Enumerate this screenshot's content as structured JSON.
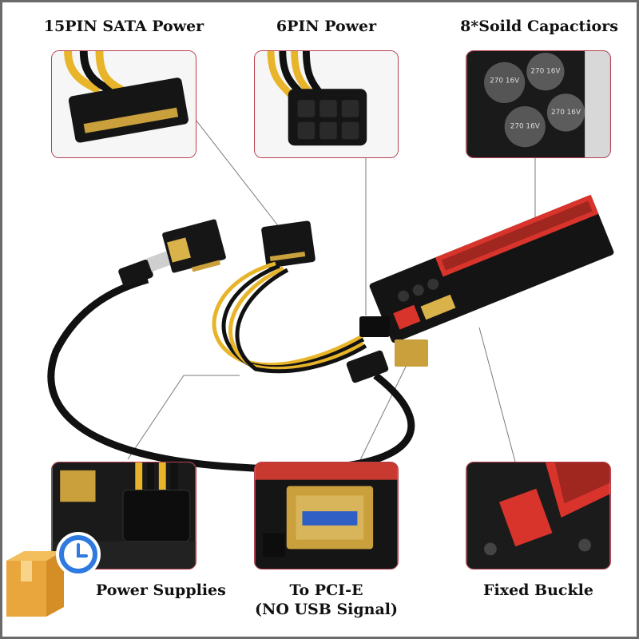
{
  "labels": {
    "sata_power": "15PIN SATA Power",
    "six_pin_power": "6PIN Power",
    "capacitors": "8*Soild Capactiors",
    "power_supplies": "Power Supplies",
    "to_pcie_line1": "To PCI-E",
    "to_pcie_line2": "(NO USB Signal)",
    "fixed_buckle": "Fixed Buckle"
  },
  "capacitor_markings": [
    "270 16V",
    "270 16V",
    "270 16V",
    "270 16V"
  ],
  "colors": {
    "callout_border": "#b84050",
    "leader_line": "#7a7a7a",
    "pcb": "#141414",
    "slot_red": "#d9342b",
    "usb_blue": "#2f5fc4",
    "wire_yellow": "#e8b52a",
    "wire_black": "#111111"
  },
  "icons": [
    "clock-icon",
    "package-box-icon"
  ]
}
